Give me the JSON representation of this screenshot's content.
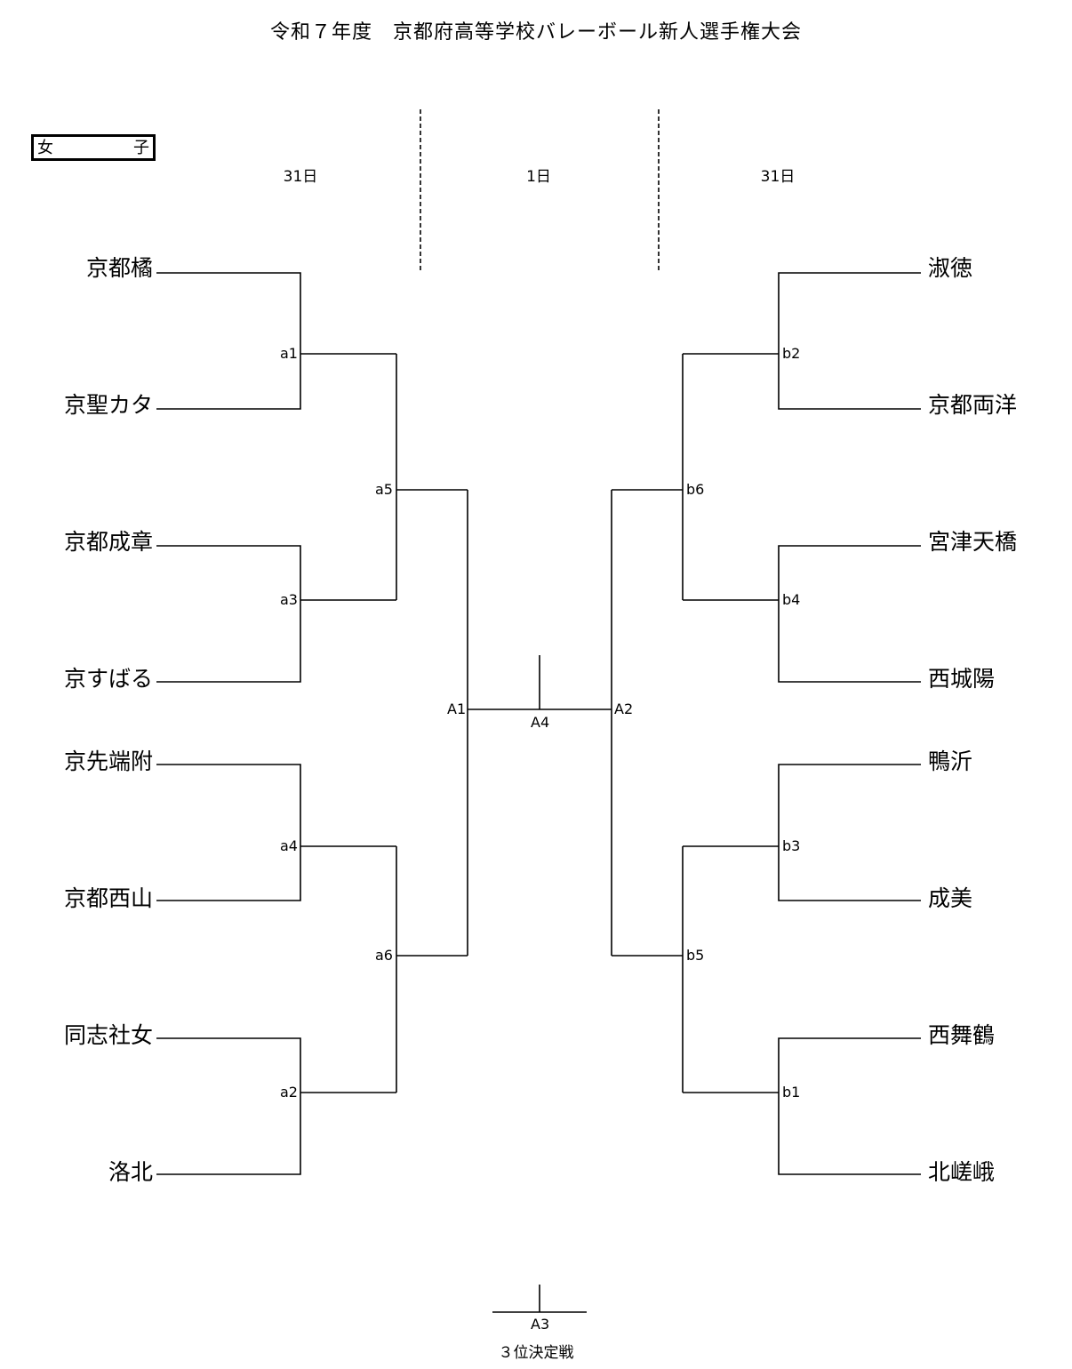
{
  "title": "令和７年度　京都府高等学校バレーボール新人選手権大会",
  "category": {
    "char1": "女",
    "char2": "子"
  },
  "days": {
    "left": "31日",
    "center": "1日",
    "right": "31日"
  },
  "left_teams": [
    "京都橘",
    "京聖カタ",
    "京都成章",
    "京すばる",
    "京先端附",
    "京都西山",
    "同志社女",
    "洛北"
  ],
  "right_teams": [
    "淑徳",
    "京都両洋",
    "宮津天橋",
    "西城陽",
    "鴨沂",
    "成美",
    "西舞鶴",
    "北嵯峨"
  ],
  "matches": {
    "a1": "a1",
    "a2": "a2",
    "a3": "a3",
    "a4": "a4",
    "a5": "a5",
    "a6": "a6",
    "b1": "b1",
    "b2": "b2",
    "b3": "b3",
    "b4": "b4",
    "b5": "b5",
    "b6": "b6",
    "A1": "A1",
    "A2": "A2",
    "A3": "A3",
    "A4": "A4"
  },
  "third_place_label": "３位決定戦"
}
